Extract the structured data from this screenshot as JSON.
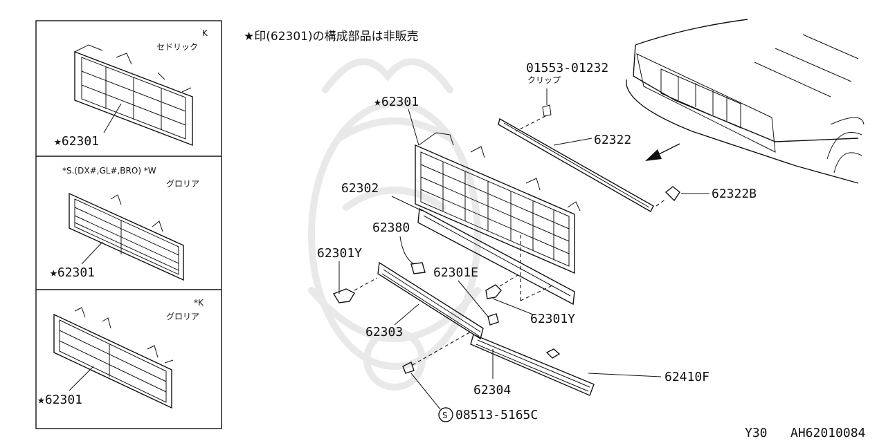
{
  "note": "★印(62301)の構成部品は非販売",
  "variants": [
    {
      "model_code": "K",
      "model_name": "セドリック",
      "part_label": "★62301"
    },
    {
      "model_code": "*S.(DX#,GL#,BRO) *W",
      "model_name": "グロリア",
      "part_label": "★62301"
    },
    {
      "model_code": "*K",
      "model_name": "グロリア",
      "part_label": "★62301"
    }
  ],
  "parts": {
    "clip_number": "01553-01232",
    "clip_name": "クリップ",
    "grille_main": "★62301",
    "molding_upper": "62322",
    "molding_end": "62322B",
    "lower_panel": "62302",
    "fastener_62380": "62380",
    "bracket_left": "62301Y",
    "bracket_right": "62301Y",
    "clip_62301e": "62301E",
    "lower_bar": "62303",
    "lower_bar_right": "62304",
    "moulding_62410f": "62410F",
    "screw": "08513-5165C",
    "screw_symbol": "S"
  },
  "footer": {
    "model": "Y30",
    "diagram_code": "AH62010084"
  }
}
